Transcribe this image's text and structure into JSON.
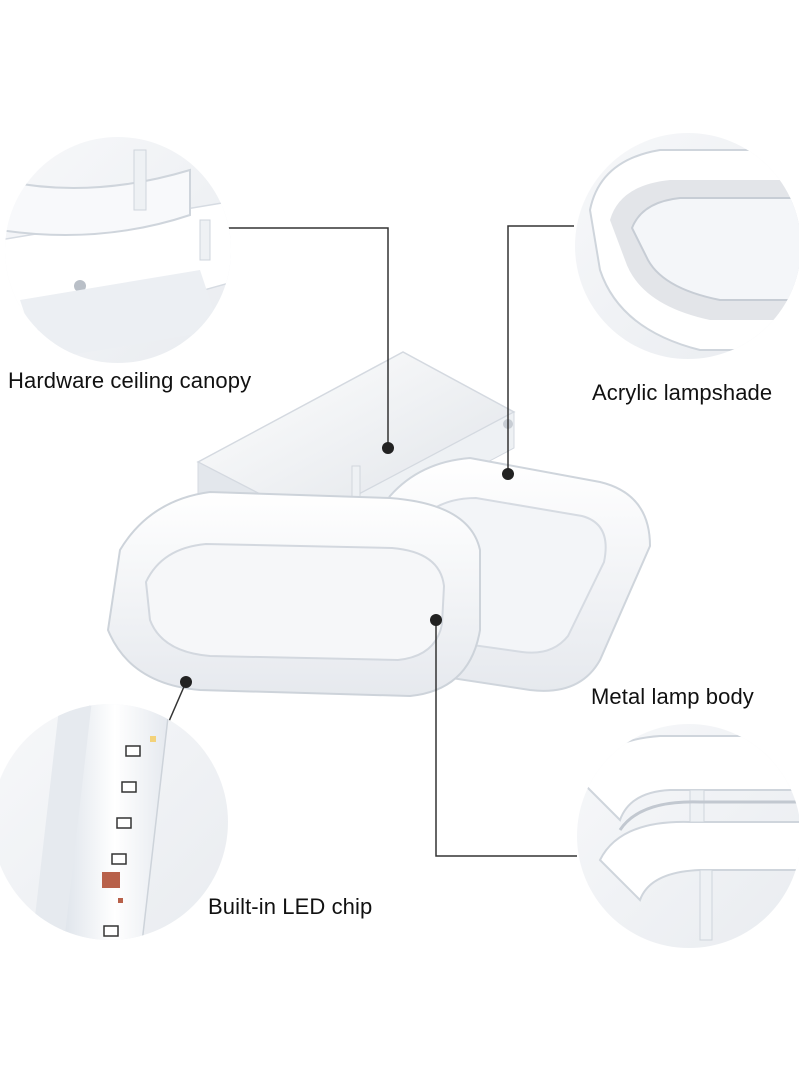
{
  "callouts": {
    "canopy": {
      "label": "Hardware ceiling canopy"
    },
    "lampshade": {
      "label": "Acrylic lampshade"
    },
    "body": {
      "label": "Metal lamp body"
    },
    "led": {
      "label": "Built-in LED chip"
    }
  },
  "colors": {
    "background": "#ffffff",
    "product_white": "#f4f5f7",
    "shadow_gray": "#d9dde3",
    "line": "#333333",
    "led_chip_yellow": "#f3d27a",
    "led_chip_red": "#b8614a"
  }
}
